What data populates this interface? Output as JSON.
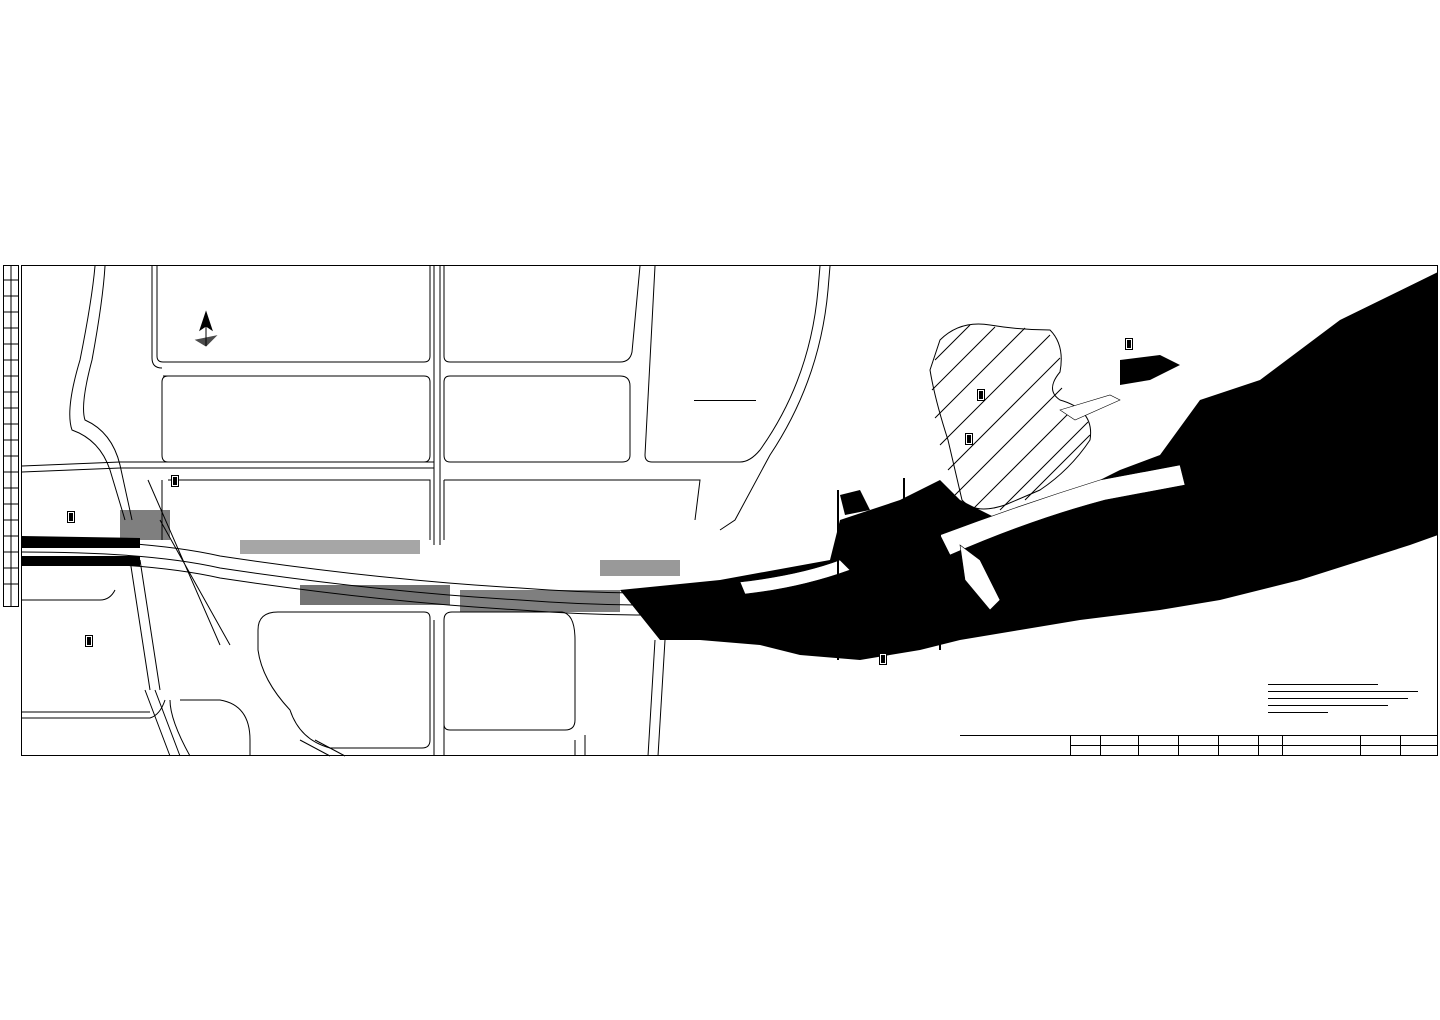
{
  "drawing": {
    "title": "",
    "north_arrow": "north-arrow",
    "callouts": [
      {
        "id": "plan-title",
        "text": ""
      },
      {
        "id": "station-west",
        "text": ""
      },
      {
        "id": "station-junction",
        "text": ""
      },
      {
        "id": "hatched-area-1",
        "text": ""
      },
      {
        "id": "hatched-area-2",
        "text": ""
      },
      {
        "id": "east-end",
        "text": ""
      },
      {
        "id": "bridge-label",
        "text": ""
      },
      {
        "id": "west-lower",
        "text": ""
      }
    ],
    "notes_heading": "",
    "notes": [
      "",
      "",
      "",
      "",
      ""
    ],
    "title_block": {
      "company": "",
      "company_sub": "",
      "project": "",
      "sheet_name": "",
      "scale": "",
      "date": "",
      "sheet_no": ""
    }
  },
  "colors": {
    "ink": "#000000",
    "paper": "#ffffff"
  }
}
